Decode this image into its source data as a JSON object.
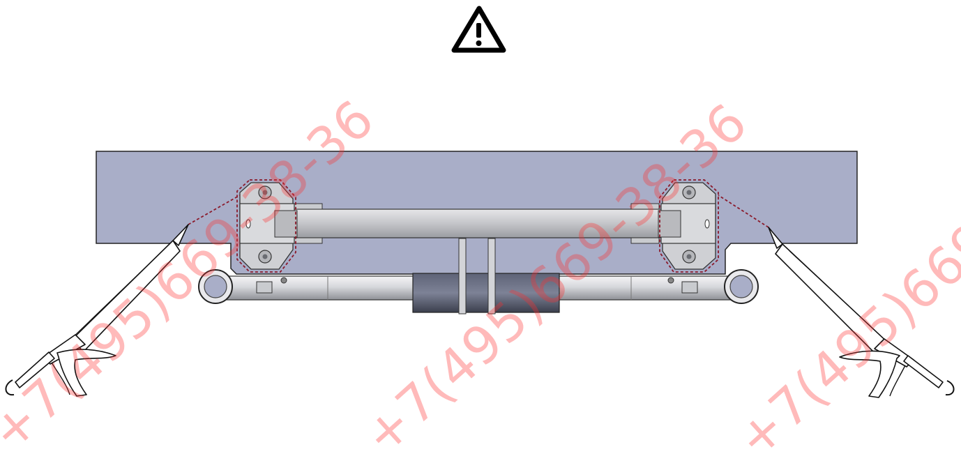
{
  "warning": {
    "icon": "warning-triangle-icon"
  },
  "diagram": {
    "parts": [
      "mounting-plate",
      "hinge-bracket-left",
      "hinge-bracket-right",
      "crossbar",
      "axle-tube",
      "center-clamp",
      "sealant-gun-left",
      "sealant-gun-right"
    ]
  },
  "watermark": {
    "text": "+7(495)669-38-36"
  },
  "colors": {
    "plate": "#a9aec8",
    "outline": "#1a1a1a",
    "metal": "#c9cbcf",
    "seal_line": "#8b1a2b",
    "watermark": "#ff2d2d"
  }
}
